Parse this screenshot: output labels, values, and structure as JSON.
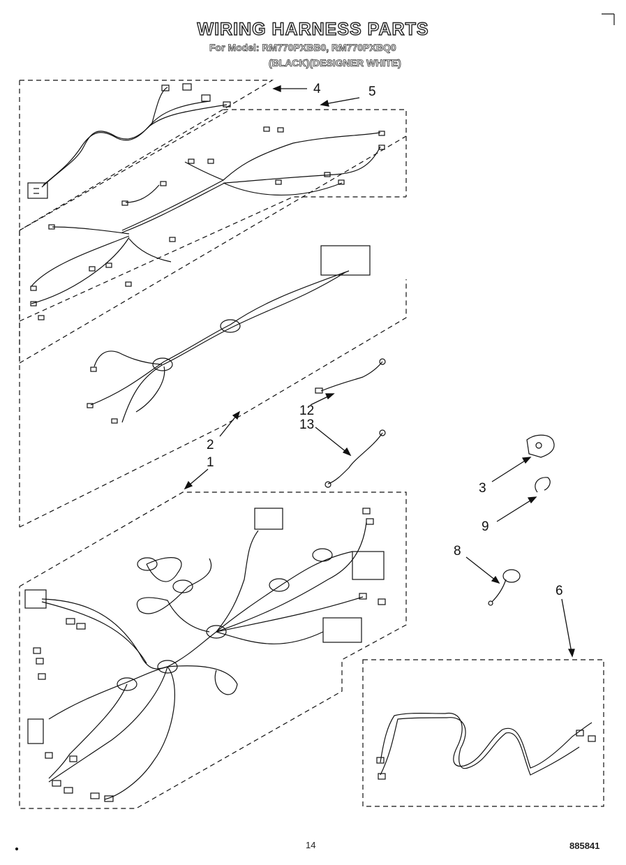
{
  "header": {
    "title": "WIRING HARNESS PARTS",
    "model_line": "For Model: RM770PXBB0, RM770PXBQ0",
    "color_line": "(BLACK)(DESIGNER WHITE)"
  },
  "callouts": {
    "c1": "1",
    "c2": "2",
    "c3": "3",
    "c4": "4",
    "c5": "5",
    "c6": "6",
    "c8": "8",
    "c9": "9",
    "c12": "12",
    "c13": "13"
  },
  "footer": {
    "page_number": "14",
    "doc_number": "885841"
  }
}
